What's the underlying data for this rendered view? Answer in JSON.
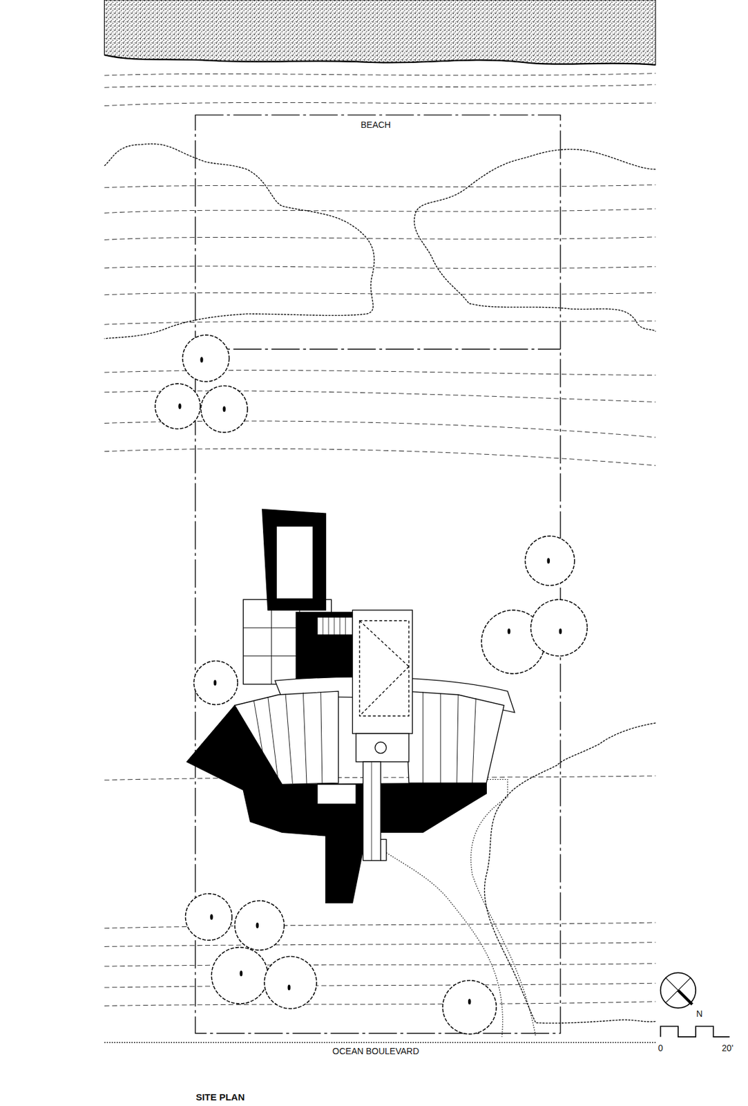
{
  "diagram": {
    "title": "SITE PLAN",
    "labels": [
      "BEACH",
      "OCEAN BOULEVARD",
      "N",
      "0",
      "20'"
    ]
  }
}
